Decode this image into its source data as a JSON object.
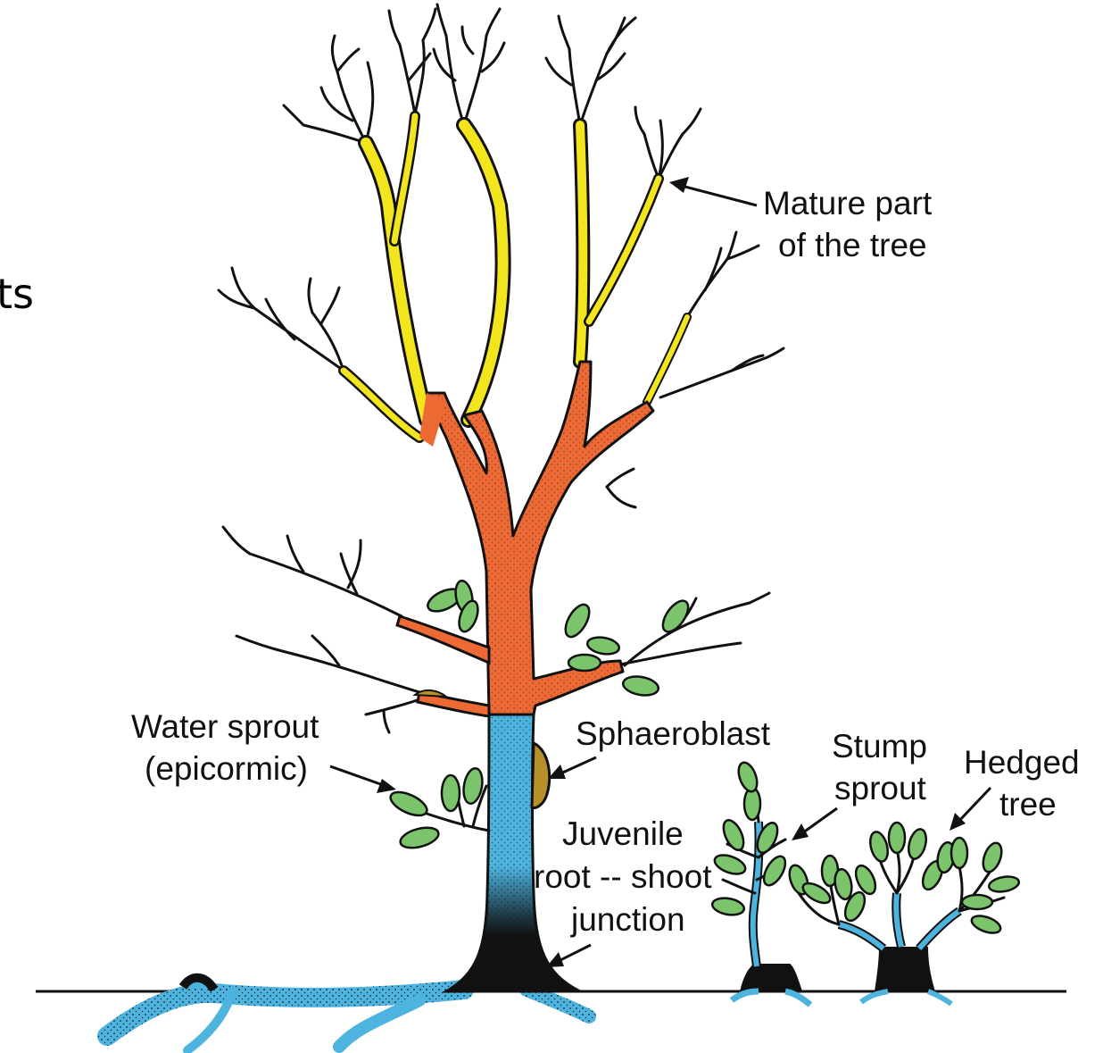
{
  "side_text": "ts",
  "labels": {
    "mature_line1": "Mature part",
    "mature_line2": "of the tree",
    "water_line1": "Water sprout",
    "water_line2": "(epicormic)",
    "sphaeroblast": "Sphaeroblast",
    "stump_line1": "Stump",
    "stump_line2": "sprout",
    "hedged_line1": "Hedged",
    "hedged_line2": "tree",
    "juvenile_line1": "Juvenile",
    "juvenile_line2": "root -- shoot",
    "juvenile_line3": "junction"
  },
  "colors": {
    "mature_yellow": "#f2e51e",
    "transition_orange": "#ee6a35",
    "juvenile_blue": "#4db3df",
    "base_black": "#111111",
    "leaf_green": "#7cc46b",
    "sphaeroblast_brown": "#b8902a"
  }
}
